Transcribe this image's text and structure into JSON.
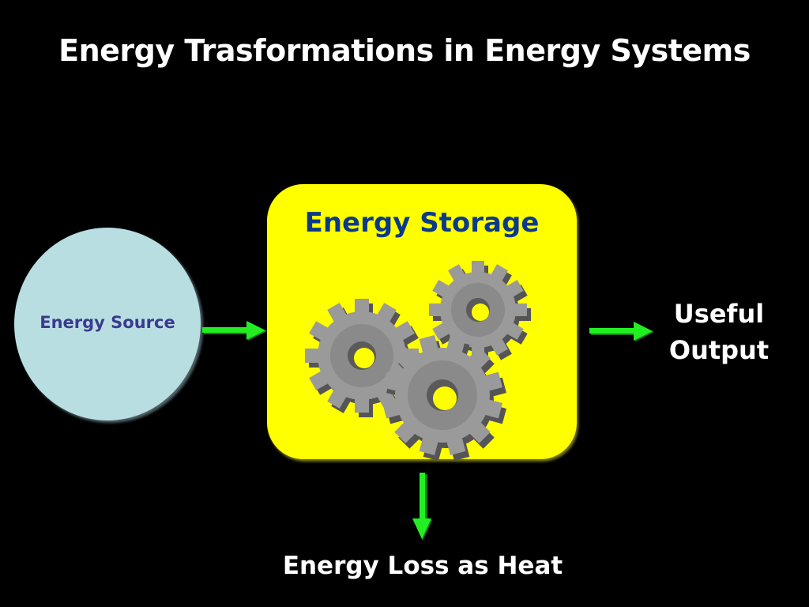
{
  "title": "Energy Trasformations in Energy Systems",
  "source": {
    "label": "Energy Source"
  },
  "storage": {
    "label": "Energy Storage",
    "icon": "gears-icon"
  },
  "output": {
    "line1": "Useful",
    "line2": "Output"
  },
  "heat": {
    "label": "Energy Loss as Heat"
  },
  "colors": {
    "background": "#000000",
    "source_fill": "#b9dee2",
    "storage_fill": "#ffff00",
    "arrow": "#22ee22",
    "gear": "#9a9a9a"
  }
}
